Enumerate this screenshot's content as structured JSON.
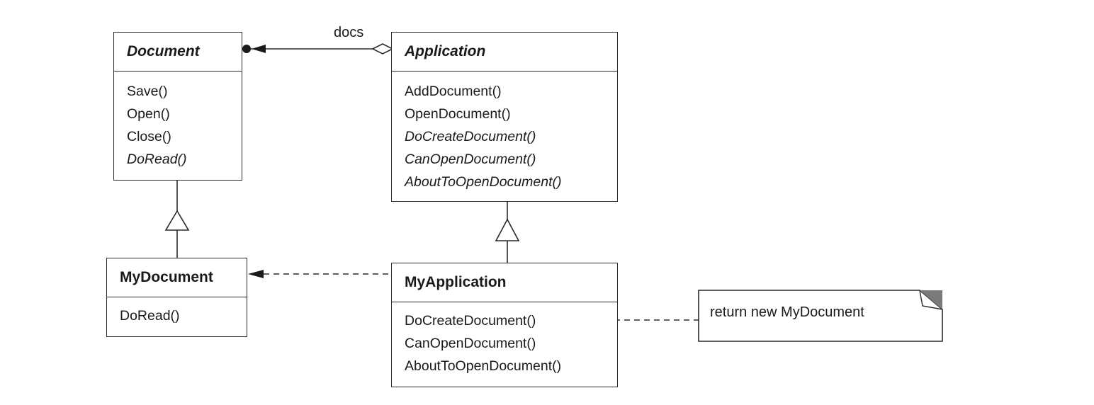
{
  "classes": {
    "document": {
      "name": "Document",
      "operations": [
        {
          "text": "Save()",
          "abstract": false
        },
        {
          "text": "Open()",
          "abstract": false
        },
        {
          "text": "Close()",
          "abstract": false
        },
        {
          "text": "DoRead()",
          "abstract": true
        }
      ]
    },
    "application": {
      "name": "Application",
      "operations": [
        {
          "text": "AddDocument()",
          "abstract": false
        },
        {
          "text": "OpenDocument()",
          "abstract": false
        },
        {
          "text": "DoCreateDocument()",
          "abstract": true
        },
        {
          "text": "CanOpenDocument()",
          "abstract": true
        },
        {
          "text": "AboutToOpenDocument()",
          "abstract": true
        }
      ]
    },
    "mydocument": {
      "name": "MyDocument",
      "operations": [
        {
          "text": "DoRead()",
          "abstract": false
        }
      ]
    },
    "myapplication": {
      "name": "MyApplication",
      "operations": [
        {
          "text": "DoCreateDocument()",
          "abstract": false
        },
        {
          "text": "CanOpenDocument()",
          "abstract": false
        },
        {
          "text": "AboutToOpenDocument()",
          "abstract": false
        }
      ]
    }
  },
  "association_label": "docs",
  "note_text": "return new MyDocument"
}
